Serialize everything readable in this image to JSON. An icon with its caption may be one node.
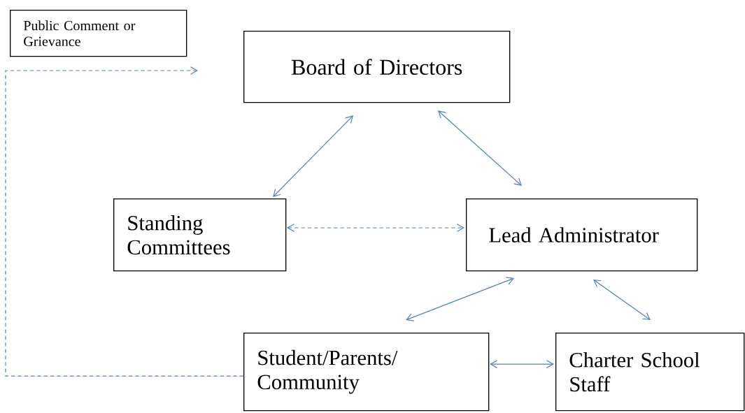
{
  "diagram": {
    "nodes": [
      {
        "text": [
          "Public Comment or Grievance"
        ]
      },
      {
        "text": [
          "Board of Directors"
        ]
      },
      {
        "text": [
          "Standing Committees"
        ]
      },
      {
        "text": [
          "Lead Administrator"
        ]
      },
      {
        "text": [
          "Student/Parents/ Community"
        ]
      },
      {
        "text": [
          "Charter School Staff"
        ]
      }
    ],
    "edges": [
      {
        "from": 4,
        "to": null,
        "arrow": "to",
        "style": "dashed"
      },
      {
        "from": 1,
        "to": 2,
        "arrow": "both"
      },
      {
        "from": 1,
        "to": 3,
        "arrow": "both"
      },
      {
        "from": 2,
        "to": 3,
        "arrow": "both",
        "style": "dashed"
      },
      {
        "from": 3,
        "to": 4,
        "arrow": "both"
      },
      {
        "from": 3,
        "to": 5,
        "arrow": "both"
      },
      {
        "from": 4,
        "to": 5,
        "arrow": "both"
      }
    ]
  }
}
